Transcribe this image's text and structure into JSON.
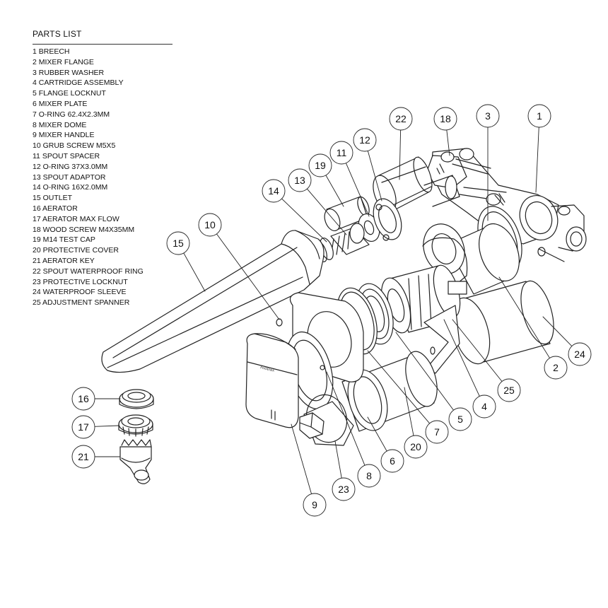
{
  "parts_list": {
    "title": "PARTS LIST",
    "items": [
      "1 BREECH",
      "2 MIXER FLANGE",
      "3 RUBBER WASHER",
      "4 CARTRIDGE ASSEMBLY",
      "5 FLANGE LOCKNUT",
      "6 MIXER PLATE",
      "7 O-RING 62.4X2.3MM",
      "8 MIXER DOME",
      "9 MIXER HANDLE",
      "10 GRUB SCREW M5X5",
      "11 SPOUT SPACER",
      "12 O-RING 37X3.0MM",
      "13 SPOUT ADAPTOR",
      "14 O-RING 16X2.0MM",
      "15 OUTLET",
      "16 AERATOR",
      "17 AERATOR MAX FLOW",
      "18 WOOD SCREW M4X35MM",
      "19 M14 TEST CAP",
      "20 PROTECTIVE COVER",
      "21 AERATOR KEY",
      "22 SPOUT WATERPROOF RING",
      "23 PROTECTIVE LOCKNUT",
      "24 WATERPROOF SLEEVE",
      "25 ADJUSTMENT SPANNER"
    ]
  },
  "callouts": [
    "1",
    "2",
    "3",
    "4",
    "5",
    "6",
    "7",
    "8",
    "9",
    "10",
    "11",
    "12",
    "13",
    "14",
    "15",
    "16",
    "17",
    "18",
    "19",
    "20",
    "21",
    "22",
    "23",
    "24",
    "25"
  ],
  "handle_brand": "PHOENIX",
  "colors": {
    "line": "#222222",
    "paper": "#ffffff"
  }
}
